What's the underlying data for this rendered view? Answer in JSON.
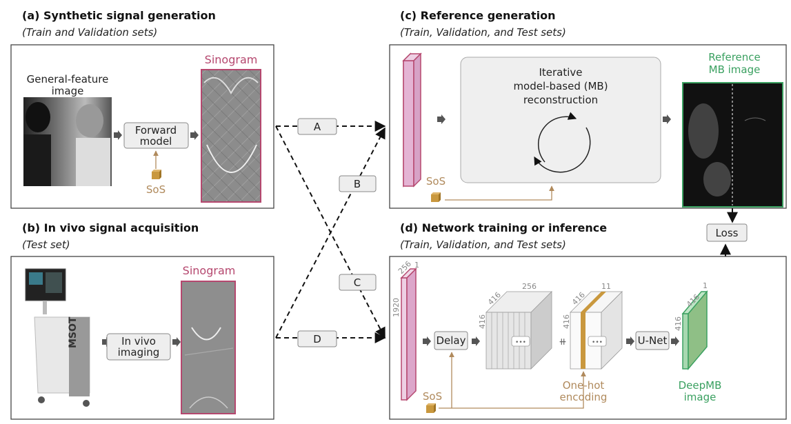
{
  "panels": {
    "a": {
      "title": "(a) Synthetic signal generation",
      "subtitle": "(Train and Validation sets)",
      "image_label": [
        "General-feature",
        "image"
      ],
      "process": [
        "Forward",
        "model"
      ],
      "sos": "SoS",
      "sinogram": "Sinogram"
    },
    "b": {
      "title": "(b) In vivo signal acquisition",
      "subtitle": "(Test set)",
      "process": [
        "In vivo",
        "imaging"
      ],
      "sinogram": "Sinogram",
      "device_text": "MSOT"
    },
    "c": {
      "title": "(c) Reference generation",
      "subtitle": "(Train, Validation, and Test sets)",
      "process": [
        "Iterative",
        "model-based (MB)",
        "reconstruction"
      ],
      "output": [
        "Reference",
        "MB image"
      ],
      "sos": "SoS"
    },
    "d": {
      "title": "(d) Network training or inference",
      "subtitle": "(Train, Validation, and Test sets)",
      "delay": "Delay",
      "unet": "U-Net",
      "sos": "SoS",
      "encoding": [
        "One-hot",
        "encoding"
      ],
      "output": [
        "DeepMB",
        "image"
      ],
      "ellipsis": "•••",
      "concat": "⧺",
      "dims": {
        "input": [
          "1920",
          "256",
          "1"
        ],
        "stack1": [
          "416",
          "416",
          "256"
        ],
        "stack2": [
          "416",
          "416",
          "11"
        ],
        "out": [
          "416",
          "416",
          "1"
        ]
      }
    }
  },
  "routes": [
    "A",
    "B",
    "C",
    "D"
  ],
  "loss": "Loss",
  "colors": {
    "sinogram_border": "#b5476e",
    "sos": "#b08a5c",
    "output_green": "#3aa060",
    "input_pink": "#e4b4d4"
  }
}
